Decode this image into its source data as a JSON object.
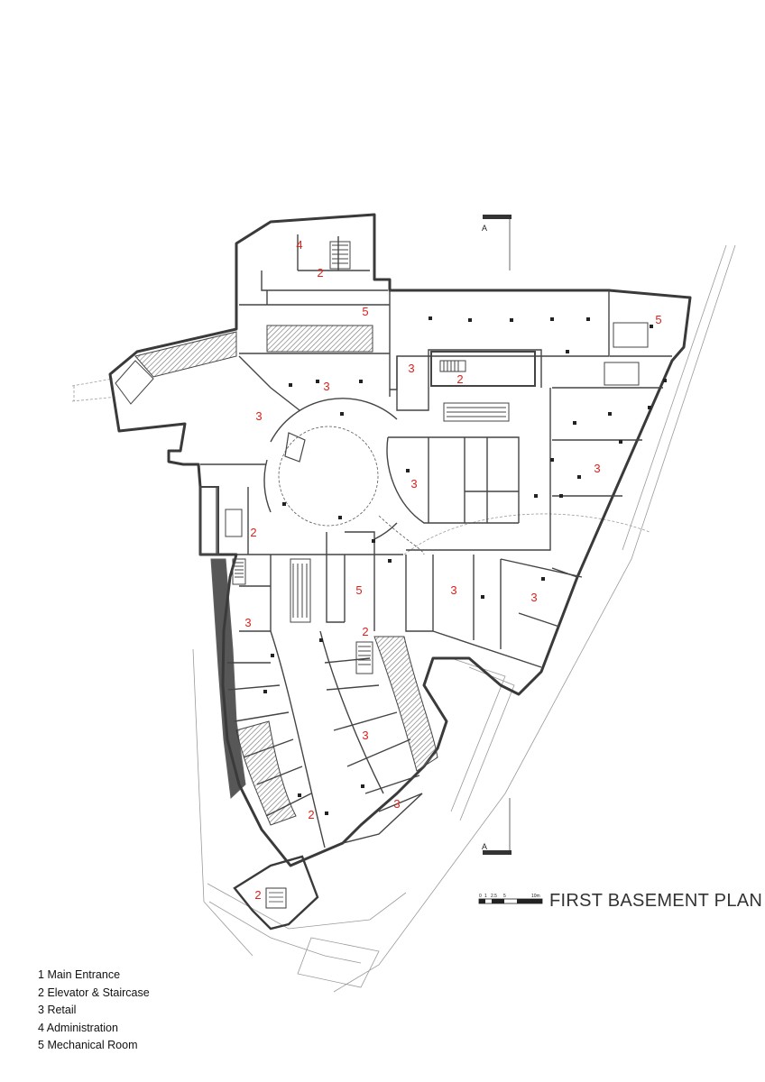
{
  "title": "FIRST BASEMENT PLAN",
  "section_marker": "A",
  "scale_bar_labels": [
    "0",
    "1",
    "2.5",
    "5",
    "10m"
  ],
  "legend": [
    {
      "number": "1",
      "text": "Main Entrance"
    },
    {
      "number": "2",
      "text": "Elevator & Staircase"
    },
    {
      "number": "3",
      "text": "Retail"
    },
    {
      "number": "4",
      "text": "Administration"
    },
    {
      "number": "5",
      "text": "Mechanical Room"
    }
  ],
  "room_labels": [
    "4",
    "2",
    "5",
    "5",
    "3",
    "2",
    "3",
    "3",
    "3",
    "2",
    "3",
    "3",
    "5",
    "3",
    "2",
    "3",
    "3",
    "3",
    "2"
  ],
  "colors": {
    "wall": "#3a3a3a",
    "thin_line": "#555555",
    "label": "#e0201b",
    "hatch": "#888888"
  }
}
